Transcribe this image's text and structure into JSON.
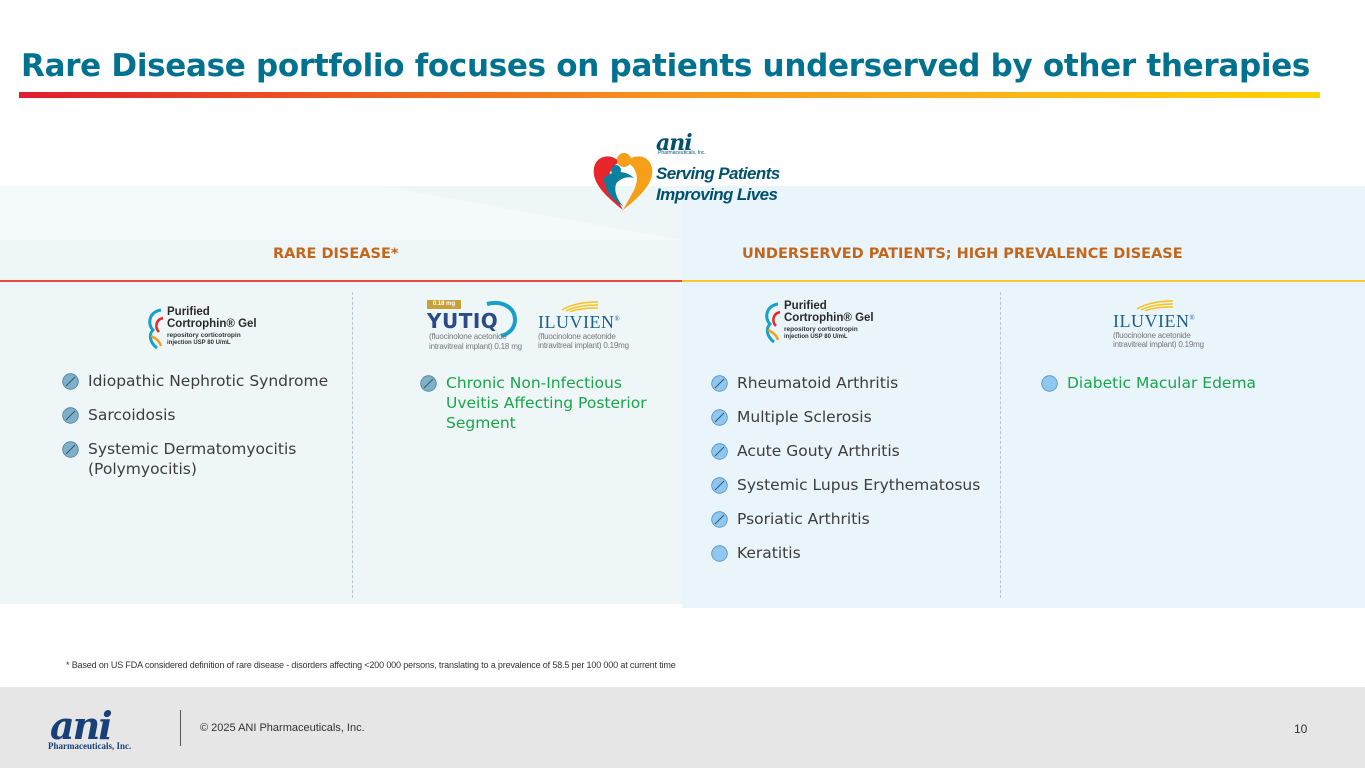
{
  "slide": {
    "title": "Rare Disease portfolio focuses on patients underserved by other therapies",
    "page_number": "10",
    "footnote": "* Based on US FDA considered definition of rare disease - disorders affecting <200 000 persons, translating to a prevalence of 58.5 per 100 000 at current time",
    "copyright": "© 2025 ANI Pharmaceuticals, Inc."
  },
  "center_logo": {
    "brand": "ani",
    "brand_sub": "Pharmaceuticals, Inc.",
    "tagline_1": "Serving Patients",
    "tagline_2": "Improving Lives"
  },
  "footer_logo": {
    "brand": "ani",
    "sub": "Pharmaceuticals, Inc."
  },
  "sections": {
    "left_header": "RARE DISEASE*",
    "right_header": "UNDERSERVED PATIENTS; HIGH PREVALENCE DISEASE"
  },
  "products": {
    "cortrophin": {
      "line1": "Purified",
      "line2": "Cortrophin® Gel",
      "line3": "repository corticotropin",
      "line4": "injection USP 80 U/mL"
    },
    "yutiq": {
      "badge": "0.18 mg",
      "name": "YUTIQ",
      "sub1": "(fluocinolone acetonide",
      "sub2": "intravitreal implant) 0.18 mg"
    },
    "iluvien": {
      "name": "ILUVIEN",
      "mark": "®",
      "sub1": "(fluocinolone acetonide",
      "sub2": "intravitreal implant) 0.19mg"
    }
  },
  "columns": {
    "col1": [
      "Idiopathic Nephrotic Syndrome",
      "Sarcoidosis",
      "Systemic Dermatomyocitis (Polymyocitis)"
    ],
    "col2": [
      "Chronic Non-Infectious Uveitis Affecting Posterior Segment"
    ],
    "col3": [
      "Rheumatoid Arthritis",
      "Multiple Sclerosis",
      "Acute Gouty Arthritis",
      "Systemic Lupus Erythematosus",
      "Psoriatic Arthritis",
      "Keratitis"
    ],
    "col4": [
      "Diabetic Macular Edema"
    ]
  },
  "colors": {
    "title": "#00718f",
    "section_header": "#c2661c",
    "approved_icon": "#7fb0c9",
    "pipeline_icon": "#8fc7f0",
    "green_text": "#1aa54a"
  },
  "icons": {
    "approved": "pill-slash-icon",
    "pipeline": "circle-icon"
  }
}
